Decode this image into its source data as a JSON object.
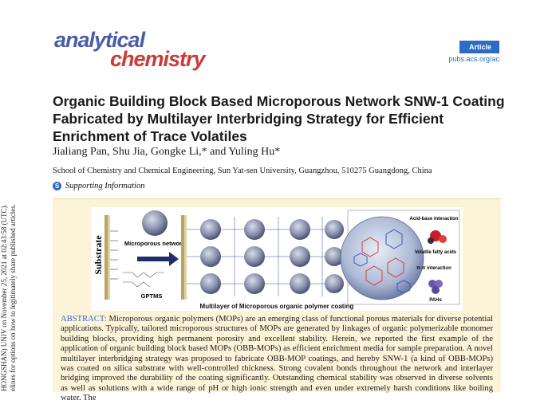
{
  "side_note": {
    "line1": "HONGSHAN) UNIV on November 25, 2021 at 02:43:58 (UTC).",
    "line2": "elines for options on how to legitimately share published articles."
  },
  "journal": {
    "logo_top": "analytical",
    "logo_bottom": "chemistry",
    "badge": "Article",
    "url": "pubs.acs.org/ac"
  },
  "paper": {
    "title": "Organic Building Block Based Microporous Network SNW-1 Coating Fabricated by Multilayer Interbridging Strategy for Efficient Enrichment of Trace Volatiles",
    "authors": "Jialiang Pan, Shu Jia, Gongke Li,* and Yuling Hu*",
    "affiliation": "School of Chemistry and Chemical Engineering, Sun Yat-sen University, Guangzhou, 510275 Guangdong, China",
    "supporting": "Supporting Information"
  },
  "toc": {
    "substrate": "Substrate",
    "microporous": "Microporous network",
    "gptms": "GPTMS",
    "acid_base": "Acid-base interaction",
    "vfa": "Volatile fatty acids",
    "pipi": "π-π interaction",
    "pahs": "PAHs",
    "caption": "Multilayer of Microporous organic polymer coating"
  },
  "abstract": {
    "label": "ABSTRACT:",
    "text": " Microporous organic polymers (MOPs) are an emerging class of functional porous materials for diverse potential applications. Typically, tailored microporous structures of MOPs are generated by linkages of organic polymerizable monomer building blocks, providing high permanent porosity and excellent stability. Herein, we reported the first example of the application of organic building block based MOPs (OBB-MOPs) as efficient enrichment media for sample preparation. A novel multilayer interbridging strategy was proposed to fabricate OBB-MOP coatings, and hereby SNW-1 (a kind of OBB-MOPs) was coated on silica substrate with well-controlled thickness. Strong covalent bonds throughout the network and interlayer bridging improved the durability of the coating significantly. Outstanding chemical stability was observed in diverse solvents as well as solutions with a wide range of pH or high ionic strength and even under extremely harsh conditions like boiling water. The"
  }
}
